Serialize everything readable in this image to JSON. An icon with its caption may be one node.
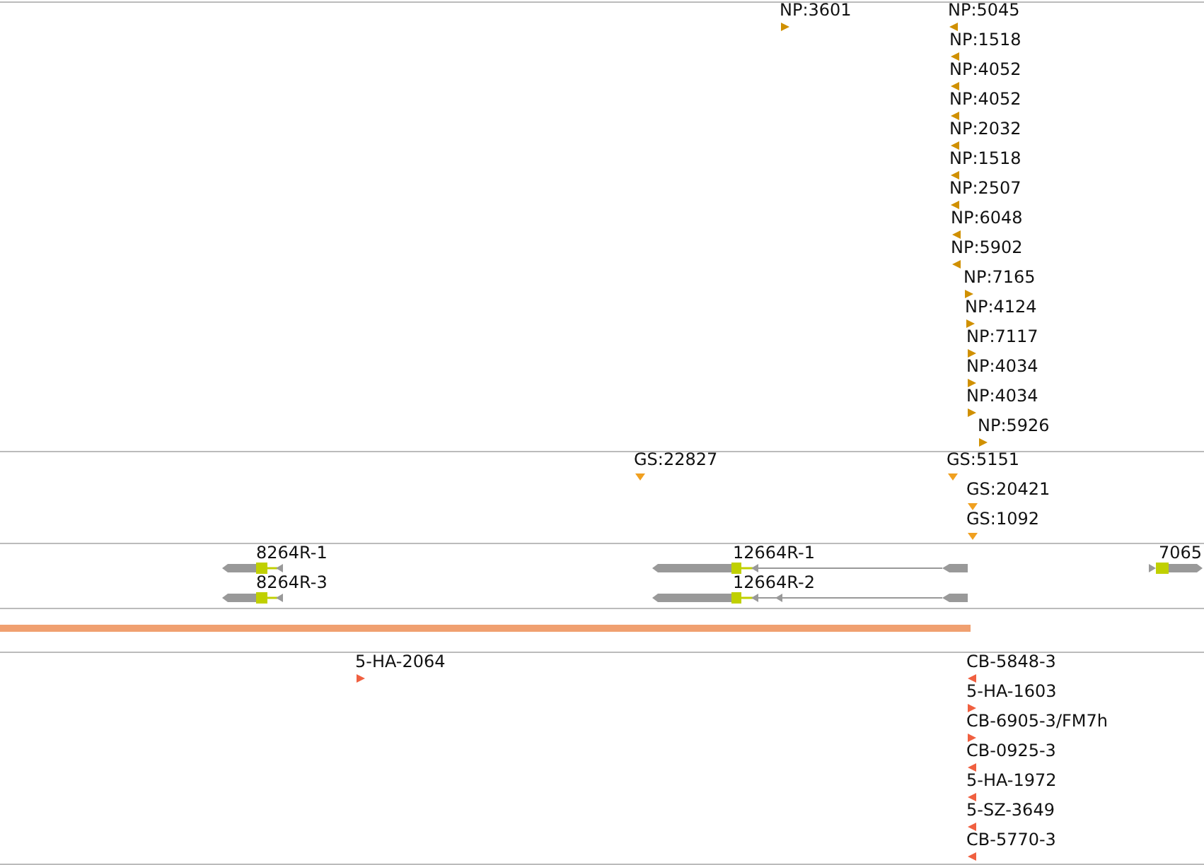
{
  "diagram": {
    "labels": [
      "NP:3601",
      "NP:5045",
      "NP:1518",
      "NP:4052",
      "NP:4052",
      "NP:2032",
      "NP:1518",
      "NP:2507",
      "NP:6048",
      "NP:5902",
      "NP:7165",
      "NP:4124",
      "NP:7117",
      "NP:4034",
      "NP:4034",
      "NP:5926",
      "GS:22827",
      "GS:5151",
      "GS:20421",
      "GS:1092",
      "8264R-1",
      "12664R-1",
      "7065",
      "8264R-3",
      "12664R-2",
      "5-HA-2064",
      "CB-5848-3",
      "5-HA-1603",
      "CB-6905-3/FM7h",
      "CB-0925-3",
      "5-HA-1972",
      "5-SZ-3649",
      "CB-5770-3"
    ]
  }
}
